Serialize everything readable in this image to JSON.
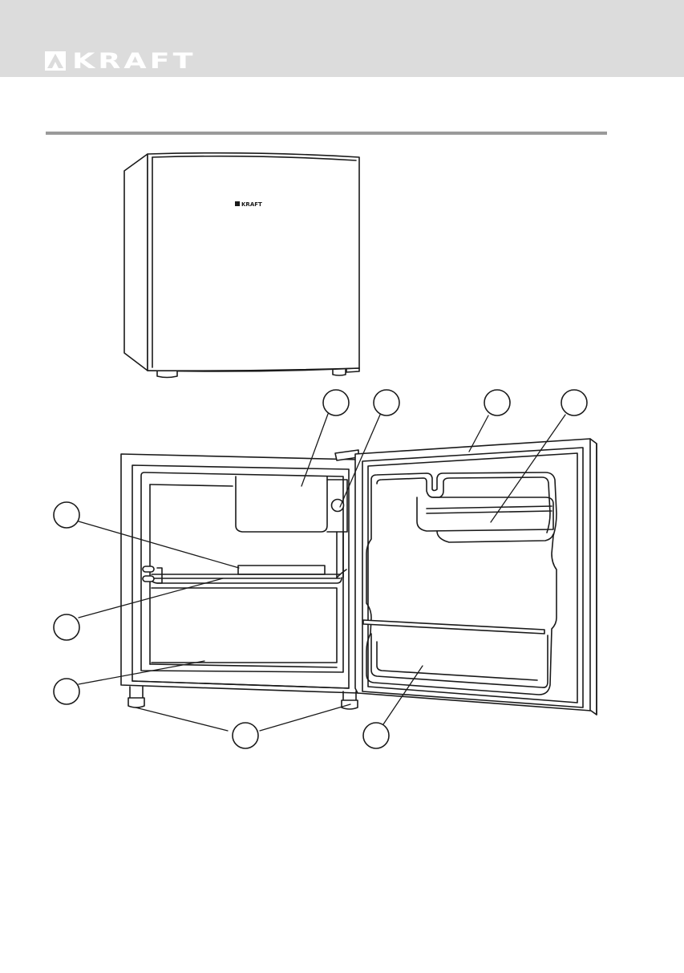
{
  "header": {
    "brand_text": "KRAFT",
    "band_color": "#dcdcdc"
  },
  "closed_fridge": {
    "door_logo_text": "KRAFT"
  },
  "callouts": [
    {
      "id": "c1",
      "text": ""
    },
    {
      "id": "c2",
      "text": ""
    },
    {
      "id": "c3",
      "text": ""
    },
    {
      "id": "c4",
      "text": ""
    },
    {
      "id": "c5",
      "text": ""
    },
    {
      "id": "c6",
      "text": ""
    },
    {
      "id": "c7",
      "text": ""
    },
    {
      "id": "c8",
      "text": ""
    },
    {
      "id": "c9",
      "text": ""
    }
  ],
  "colors": {
    "line": "#1a1a1a",
    "rule": "#9a9a9a"
  }
}
